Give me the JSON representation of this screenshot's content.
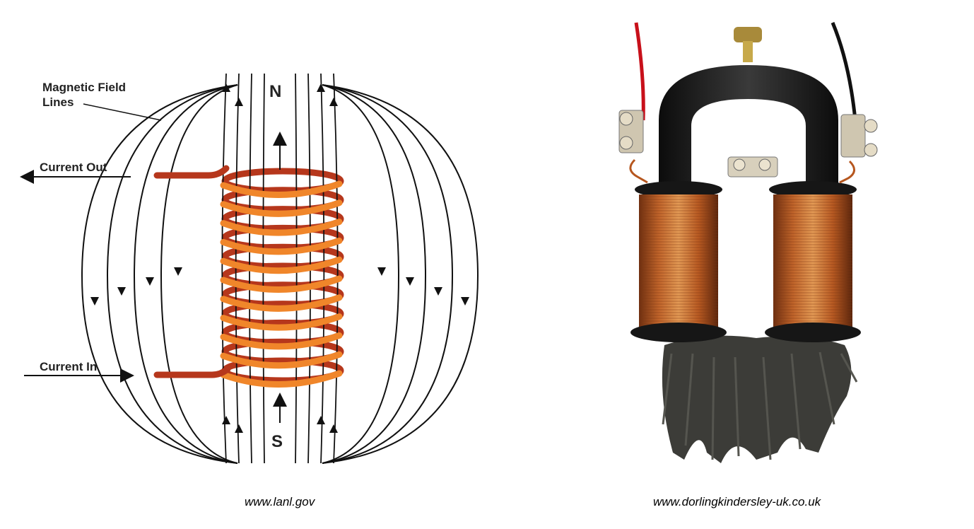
{
  "diagram": {
    "label_field_lines_line1": "Magnetic Field",
    "label_field_lines_line2": "Lines",
    "label_current_out": "Current Out",
    "label_current_in": "Current In",
    "pole_north": "N",
    "pole_south": "S"
  },
  "captions": {
    "left": "www.lanl.gov",
    "right": "www.dorlingkindersley-uk.co.uk"
  },
  "colors": {
    "coil_front": "#f0862a",
    "coil_back": "#b6371c",
    "field_line": "#111111",
    "core_black": "#1b1b1b",
    "copper": "#c8682a",
    "iron_filings": "#3c3c38"
  }
}
